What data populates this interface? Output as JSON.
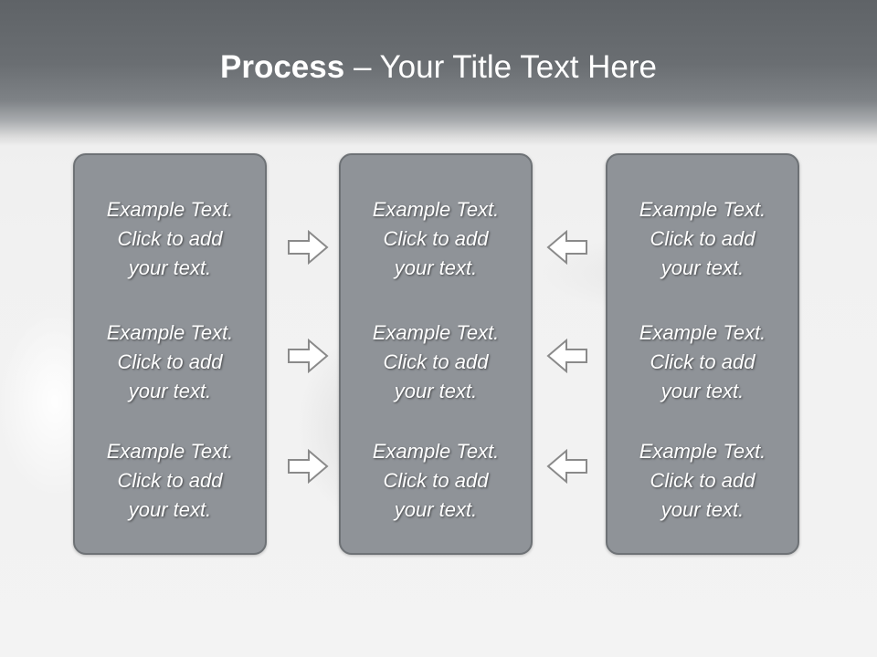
{
  "slide": {
    "title_bold": "Process",
    "title_rest": " – Your Title Text Here"
  },
  "panels": [
    {
      "texts": [
        "Example Text.\nClick  to add\nyour text.",
        "Example Text.\nClick  to add\nyour text.",
        "Example Text.\nClick  to add\nyour text."
      ]
    },
    {
      "texts": [
        "Example Text.\nClick  to add\nyour text.",
        "Example Text.\nClick  to add\nyour text.",
        "Example Text.\nClick  to add\nyour text."
      ]
    },
    {
      "texts": [
        "Example Text.\nClick  to add\nyour text.",
        "Example Text.\nClick  to add\nyour text.",
        "Example Text.\nClick  to add\nyour text."
      ]
    }
  ],
  "arrows": {
    "left_column": "right-arrow-icon",
    "right_column": "left-arrow-icon"
  },
  "colors": {
    "panel_fill": "#8f9398",
    "panel_border": "#6e7276",
    "header": "#5f6367",
    "arrow_stroke": "#8a8a8a"
  }
}
